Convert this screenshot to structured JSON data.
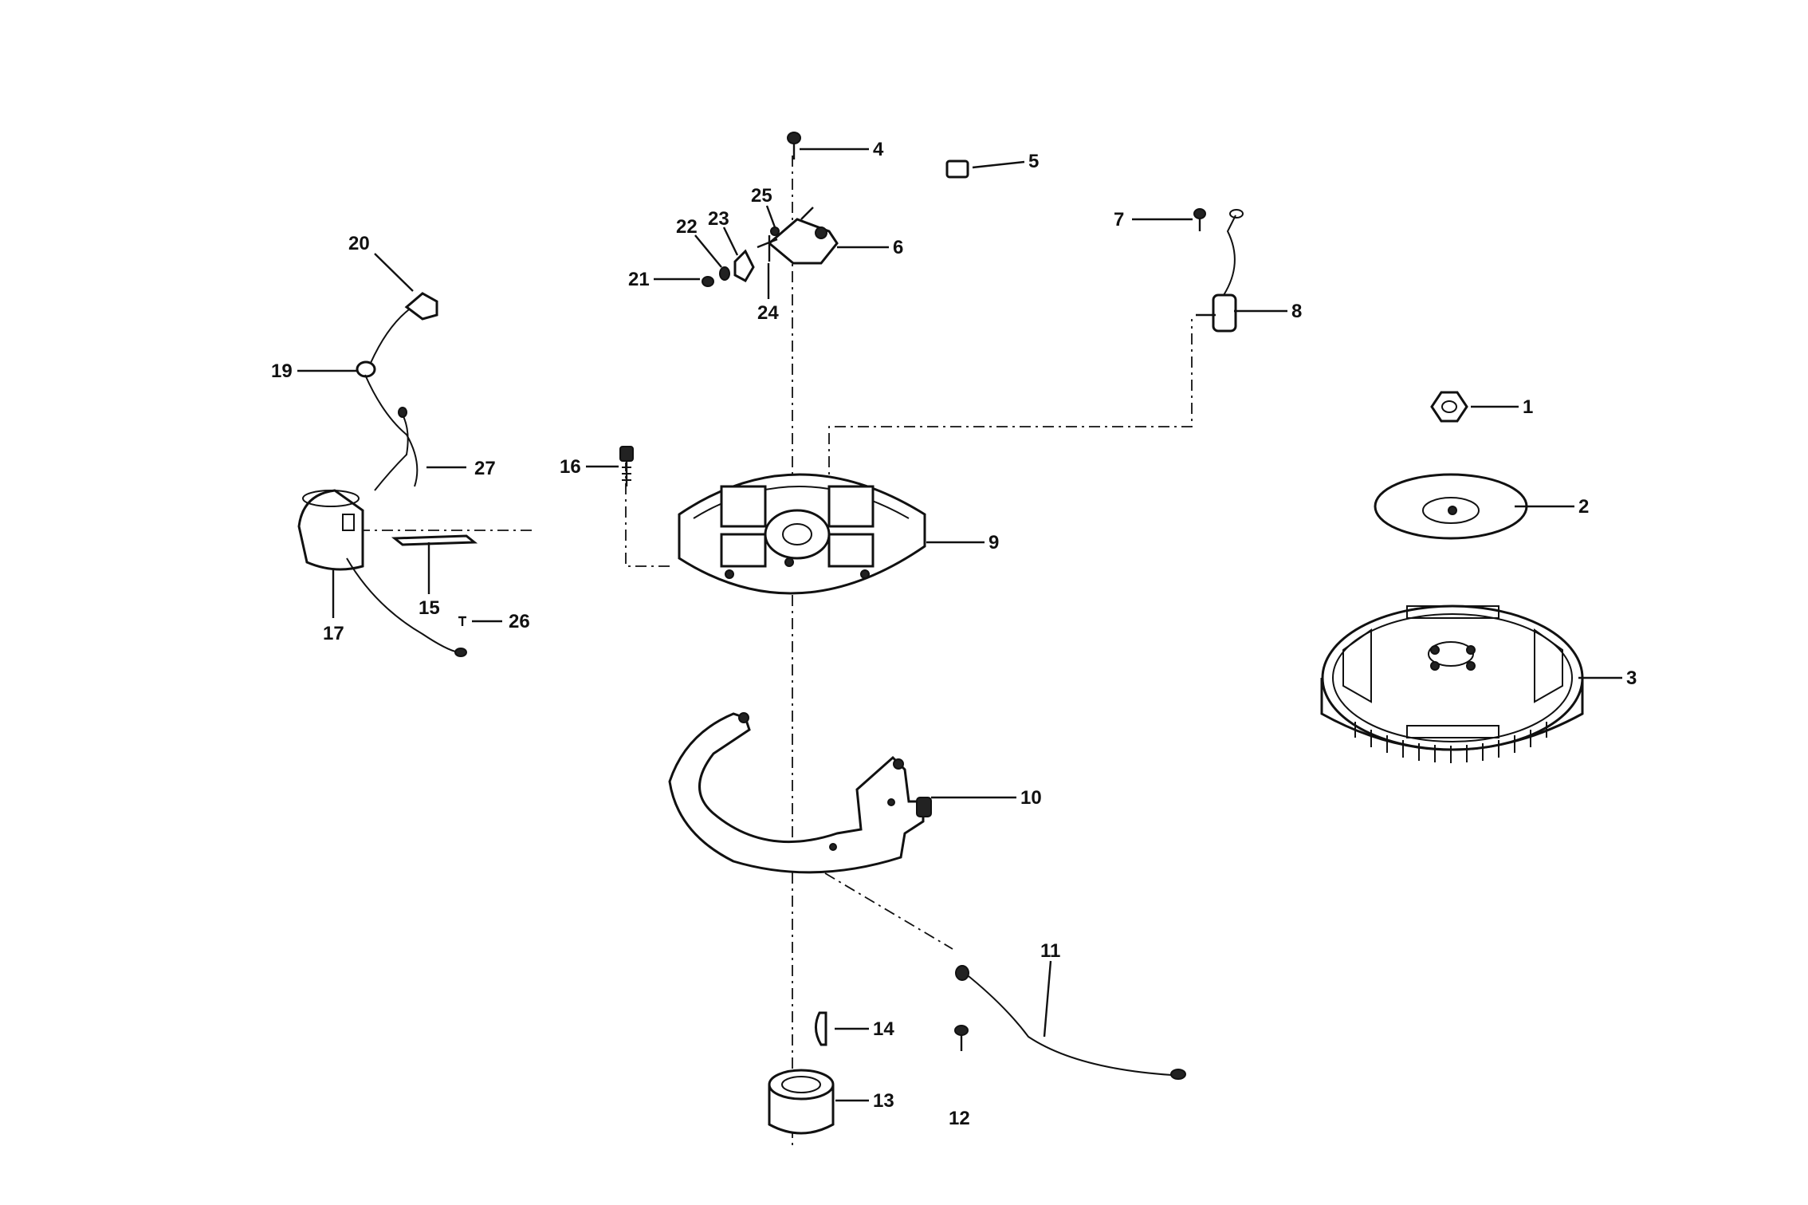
{
  "diagram": {
    "labels": [
      "1",
      "2",
      "3",
      "4",
      "5",
      "6",
      "7",
      "8",
      "9",
      "10",
      "11",
      "12",
      "13",
      "14",
      "15",
      "16",
      "17",
      "19",
      "20",
      "21",
      "22",
      "23",
      "24",
      "25",
      "26",
      "27"
    ]
  }
}
